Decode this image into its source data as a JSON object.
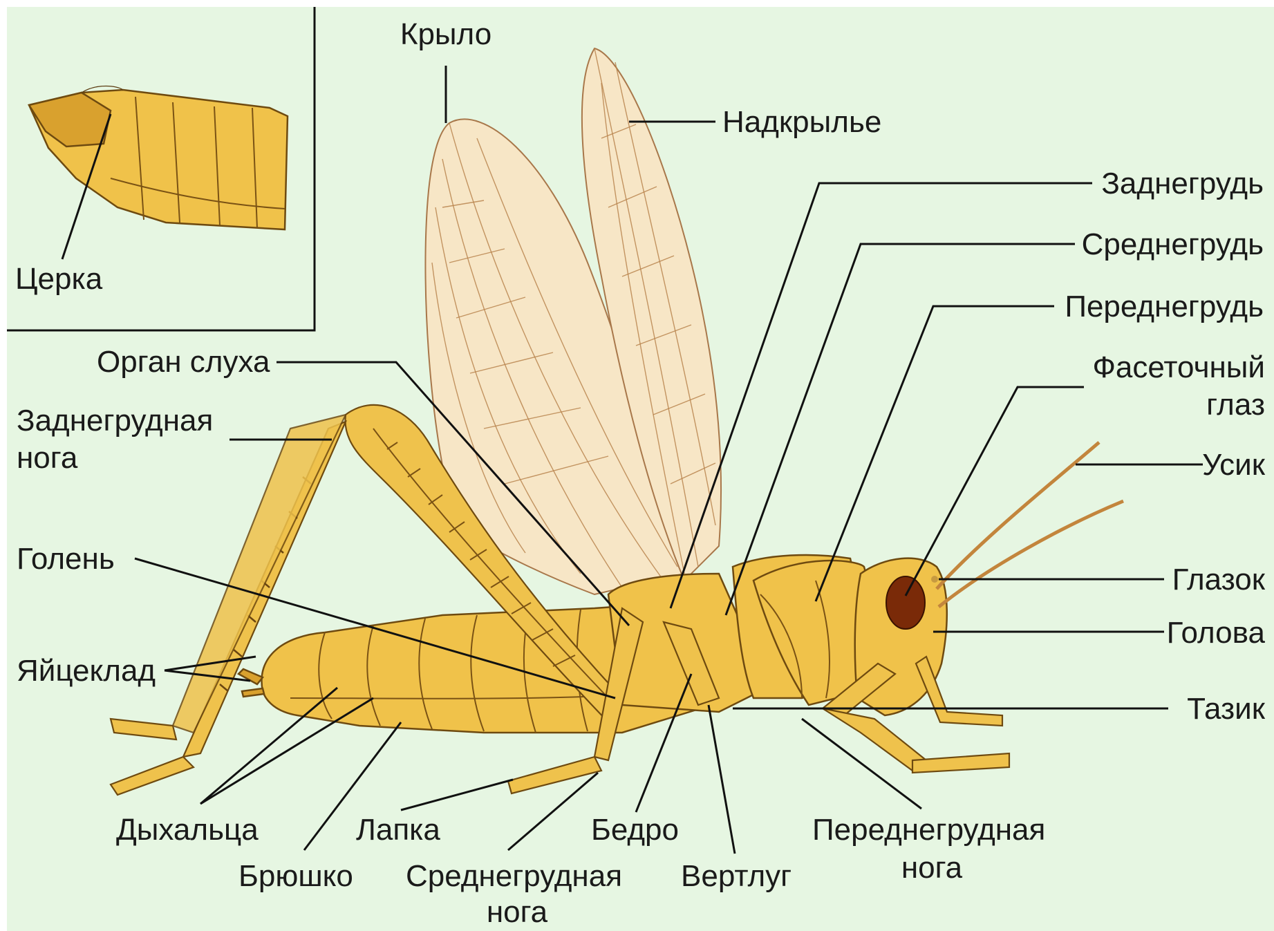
{
  "figure": {
    "background_color": "#e6f6e2",
    "body_color": "#f0c24a",
    "wing_color": "#f7e6c6",
    "eye_color": "#7a2a08"
  },
  "inset": {
    "label": "Церка"
  },
  "labels": {
    "wing": "Крыло",
    "elytron": "Надкрылье",
    "metathorax": "Заднегрудь",
    "mesothorax": "Среднегрудь",
    "prothorax": "Переднегрудь",
    "compound_eye_line1": "Фасеточный",
    "compound_eye_line2": "глаз",
    "antenna": "Усик",
    "ocellus": "Глазок",
    "head": "Голова",
    "coxa": "Тазик",
    "hearing_organ": "Орган слуха",
    "hind_leg_line1": "Заднегрудная",
    "hind_leg_line2": "нога",
    "tibia": "Голень",
    "ovipositor": "Яйцеклад",
    "spiracles": "Дыхальца",
    "abdomen": "Брюшко",
    "tarsus": "Лапка",
    "middle_leg_line1": "Среднегрудная",
    "middle_leg_line2": "нога",
    "femur": "Бедро",
    "trochanter": "Вертлуг",
    "fore_leg_line1": "Переднегрудная",
    "fore_leg_line2": "нога"
  }
}
